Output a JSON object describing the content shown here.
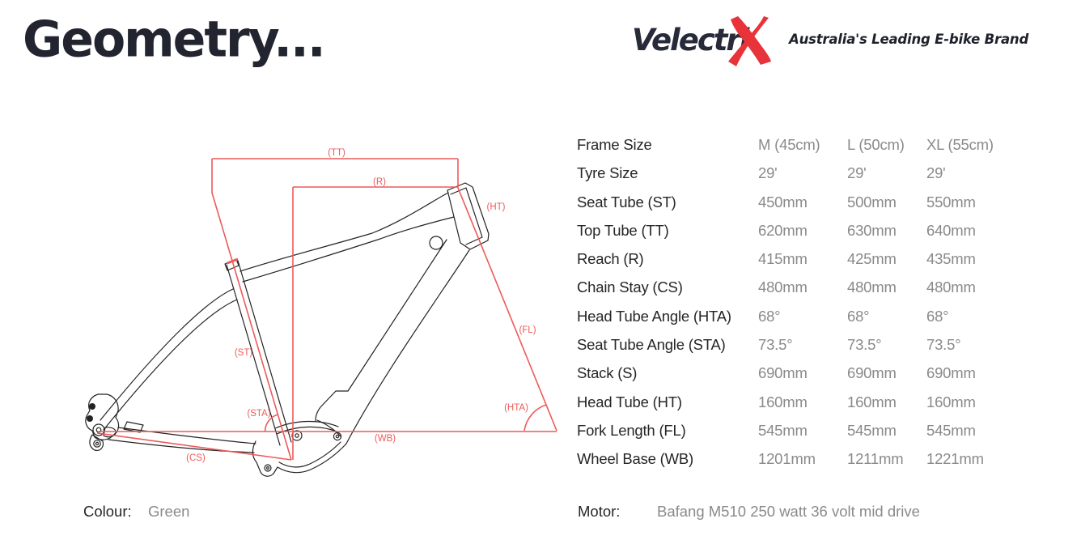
{
  "title": "Geometry...",
  "logo": {
    "brand_prefix": "Velectri",
    "brand_x": "X",
    "tagline": "Australia's Leading E-bike Brand",
    "x_color": "#e8333b",
    "text_color": "#272b39"
  },
  "diagram": {
    "line_color": "#ee5a5a",
    "frame_color": "#232323",
    "labels": {
      "tt": "(TT)",
      "r": "(R)",
      "ht": "(HT)",
      "fl": "(FL)",
      "hta": "(HTA)",
      "wb": "(WB)",
      "cs": "(CS)",
      "st": "(ST)",
      "sta": "(STA)"
    }
  },
  "table": {
    "rows": [
      {
        "label": "Frame Size",
        "m": "M (45cm)",
        "l": "L (50cm)",
        "xl": "XL (55cm)"
      },
      {
        "label": "Tyre Size",
        "m": "29'",
        "l": "29'",
        "xl": "29'"
      },
      {
        "label": "Seat Tube (ST)",
        "m": "450mm",
        "l": "500mm",
        "xl": "550mm"
      },
      {
        "label": "Top Tube (TT)",
        "m": "620mm",
        "l": "630mm",
        "xl": "640mm"
      },
      {
        "label": "Reach (R)",
        "m": "415mm",
        "l": "425mm",
        "xl": "435mm"
      },
      {
        "label": "Chain Stay (CS)",
        "m": "480mm",
        "l": "480mm",
        "xl": "480mm"
      },
      {
        "label": "Head Tube Angle (HTA)",
        "m": "68°",
        "l": "68°",
        "xl": "68°"
      },
      {
        "label": "Seat Tube Angle (STA)",
        "m": "73.5°",
        "l": "73.5°",
        "xl": "73.5°"
      },
      {
        "label": "Stack (S)",
        "m": "690mm",
        "l": "690mm",
        "xl": "690mm"
      },
      {
        "label": "Head Tube (HT)",
        "m": "160mm",
        "l": "160mm",
        "xl": "160mm"
      },
      {
        "label": "Fork Length (FL)",
        "m": "545mm",
        "l": "545mm",
        "xl": "545mm"
      },
      {
        "label": "Wheel Base (WB)",
        "m": "1201mm",
        "l": "1211mm",
        "xl": "1221mm"
      }
    ]
  },
  "footer": {
    "colour_label": "Colour:",
    "colour_value": "Green",
    "motor_label": "Motor:",
    "motor_value": "Bafang M510 250 watt 36 volt mid drive"
  }
}
